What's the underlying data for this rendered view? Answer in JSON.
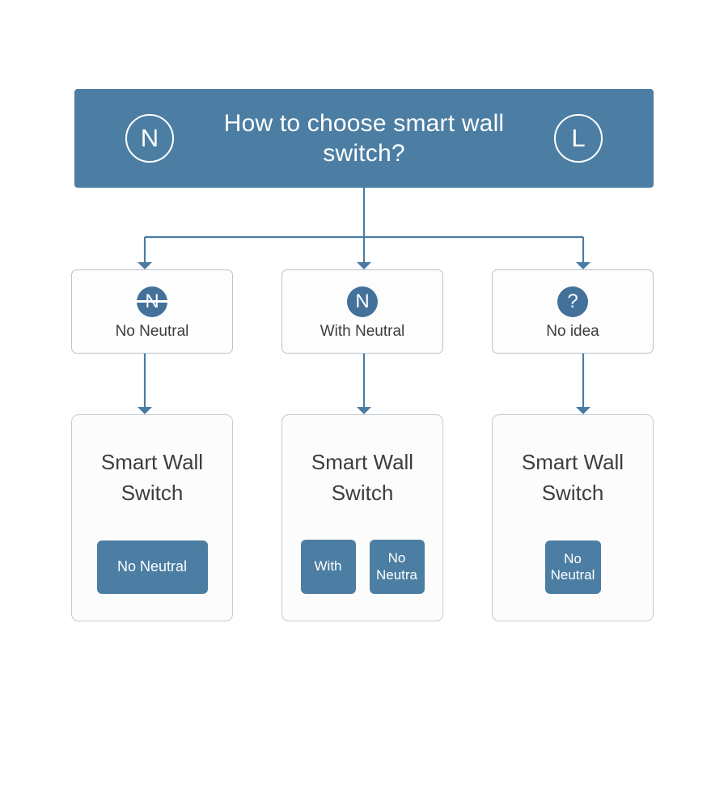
{
  "header": {
    "title": "How to choose smart wall switch?",
    "badge_left": "N",
    "badge_right": "L",
    "bg_color": "#4c7ea3",
    "text_color": "#ffffff"
  },
  "options": [
    {
      "label": "No Neutral",
      "icon_glyph": "N",
      "icon_name": "n-struck-circle-icon",
      "struck": true
    },
    {
      "label": "With Neutral",
      "icon_glyph": "N",
      "icon_name": "n-circle-icon",
      "struck": false
    },
    {
      "label": "No idea",
      "icon_glyph": "?",
      "icon_name": "question-circle-icon",
      "struck": false
    }
  ],
  "products": [
    {
      "title": "Smart Wall Switch",
      "buttons": [
        {
          "label": "No Neutral"
        }
      ]
    },
    {
      "title": "Smart Wall Switch",
      "buttons": [
        {
          "label": "With"
        },
        {
          "label": "No Neutra"
        }
      ]
    },
    {
      "title": "Smart Wall Switch",
      "buttons": [
        {
          "label": "No Neutral"
        }
      ]
    }
  ],
  "colors": {
    "accent": "#4c7ea3",
    "icon_blue": "#43719a",
    "connector": "#4a7ba3",
    "card_border": "#c3ccd3",
    "text_dark": "#3d3d3d",
    "background": "#ffffff"
  }
}
